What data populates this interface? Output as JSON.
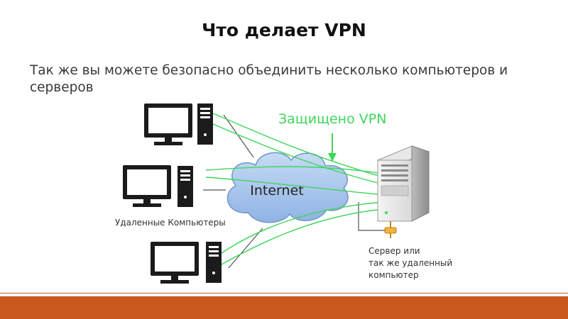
{
  "slide": {
    "title": "Что делает VPN",
    "body_text": "Так же вы можете безопасно объединить несколько компьютеров и серверов"
  },
  "diagram": {
    "internet_label": "Internet",
    "vpn_label": "Защищено VPN",
    "remote_computers_label": "Удаленные Компьютеры",
    "server_label_lines": [
      "Сервер или",
      "так же удаленный",
      "компьютер"
    ]
  },
  "colors": {
    "vpn_green": "#3dd65a",
    "cloud_fill": "#a9c6ec",
    "footer": "#c8581e"
  }
}
